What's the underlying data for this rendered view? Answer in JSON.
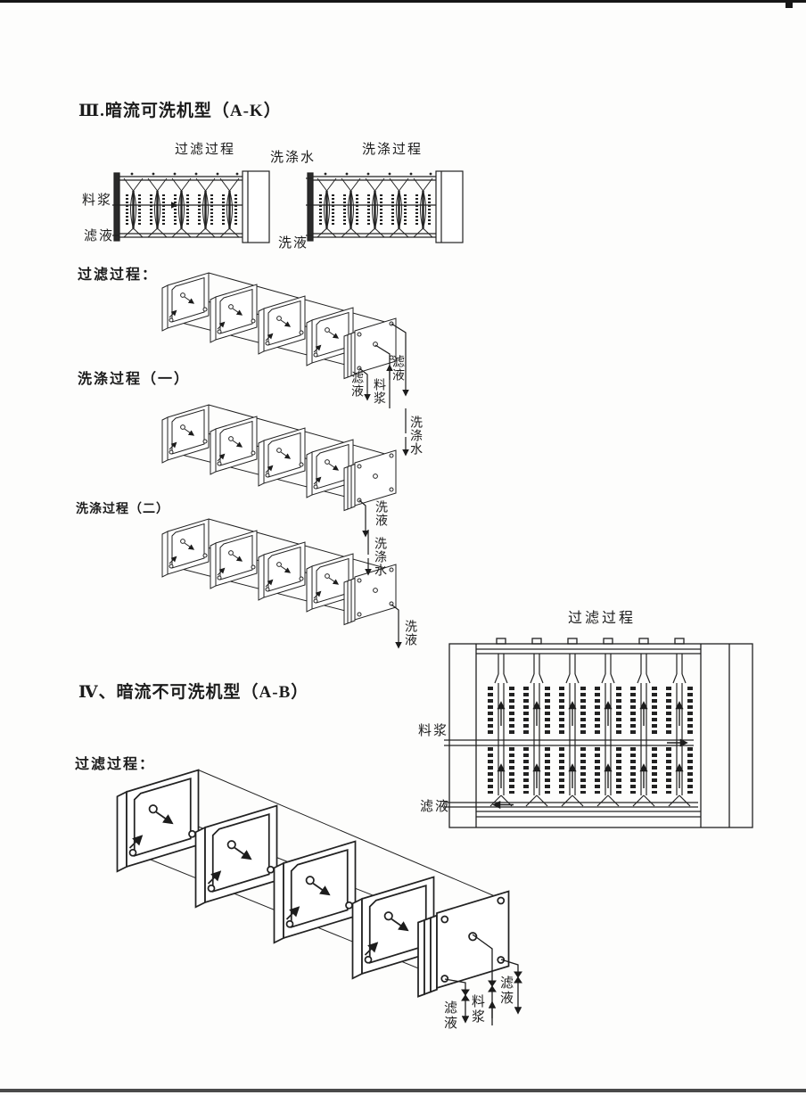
{
  "page": {
    "section3_title": "Ⅲ.暗流可洗机型（A-K）",
    "section4_title": "Ⅳ、暗流不可洗机型（A-B）",
    "headings": {
      "filtration": "过滤过程：",
      "washing1": "洗涤过程（一）",
      "washing2": "洗涤过程（二）",
      "filtration2": "过滤过程："
    },
    "top_schematic": {
      "filtration_title": "过滤过程",
      "washing_title": "洗涤过程",
      "wash_water": "洗涤水",
      "slurry": "料浆",
      "filtrate": "滤液",
      "wash_liquid": "洗液"
    },
    "diagram_filtration": {
      "filtrate_left": "滤液",
      "slurry": "料浆",
      "filtrate_right": "滤液"
    },
    "diagram_washing1": {
      "wash_water": "洗涤水",
      "wash_liquid": "洗液"
    },
    "diagram_washing2": {
      "wash_water": "洗涤水",
      "wash_liquid": "洗液"
    },
    "right_schematic": {
      "title": "过滤过程",
      "slurry": "料浆",
      "filtrate": "滤液"
    },
    "bottom_diagram": {
      "filtrate_left": "滤液",
      "slurry": "料浆",
      "filtrate_right": "滤液"
    },
    "ink_color": "#1c1c1c",
    "paper_color": "#fdfdfc"
  }
}
